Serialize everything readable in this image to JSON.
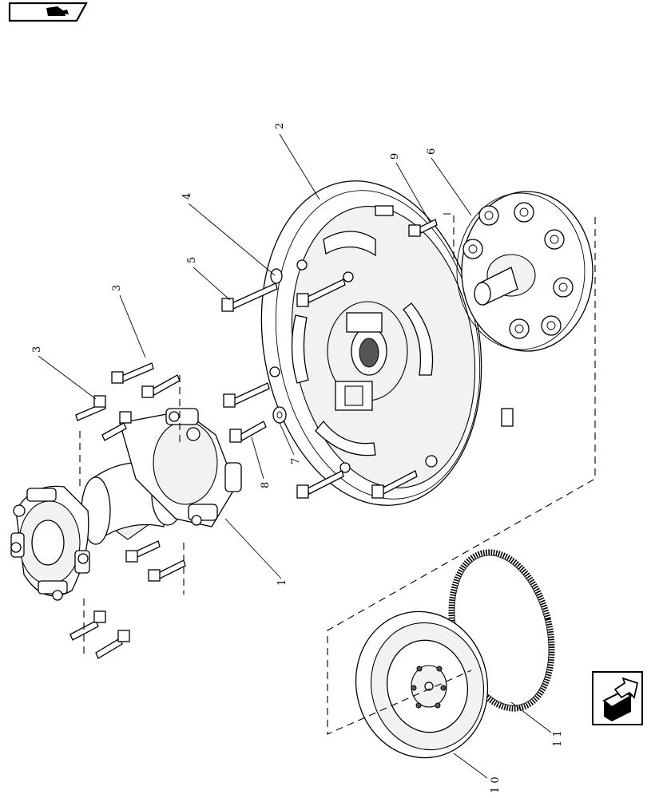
{
  "icons": {
    "top_left": "book-pointer-icon",
    "bottom_right": "next-page-arrow-icon"
  },
  "callouts": {
    "c1": "1",
    "c2": "2",
    "c3a": "3",
    "c3b": "3",
    "c4": "4",
    "c5": "5",
    "c6": "6",
    "c7": "7",
    "c8": "8",
    "c9": "9",
    "c10": "1 0",
    "c11": "1 1"
  }
}
